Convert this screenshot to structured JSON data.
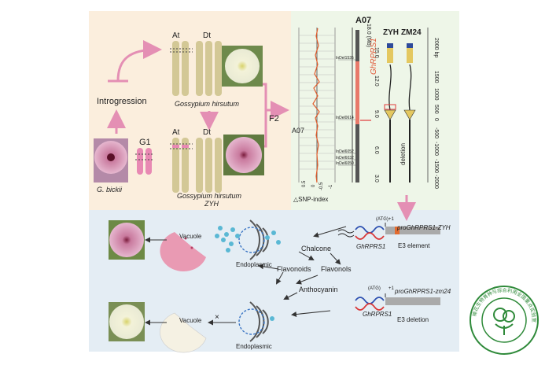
{
  "colors": {
    "panel_a_bg": "#fbeedd",
    "panel_b_bg": "#eef6e8",
    "panel_c_bg": "#e4edf4",
    "arrow_pink": "#e48fb4",
    "chromosome_tan": "#d3c896",
    "introgression_pink": "#e889b3",
    "logo_green": "#2f8a3a"
  },
  "panel_a": {
    "introgression": "Introgression",
    "g1": "G1",
    "g_bickii": "G. bickii",
    "at_top": "At",
    "dt_top": "Dt",
    "species_top": "Gossypium hirsutum",
    "at_bottom": "At",
    "dt_bottom": "Dt",
    "species_bottom": "Gossypium hirsutum",
    "zyh_label": "ZYH",
    "f2": "F2"
  },
  "panel_b": {
    "a07_top": "A07",
    "a07_left": "A07",
    "mb_unit": "18.0 (Mb)",
    "mb_ticks": [
      "15.0",
      "12.0",
      "9.0",
      "6.0",
      "3.0"
    ],
    "markers": [
      "InDel1535",
      "InDel0614",
      "InDel6052",
      "InDel6032",
      "InDel6050"
    ],
    "gene": "GhRPRS1",
    "axis_label": "△SNP-index",
    "x_ticks": [
      "0.5",
      "0",
      "-0.5",
      "-1"
    ],
    "zyh": "ZYH",
    "zm24": "ZM24",
    "bp_ticks": [
      "2000 bp",
      "1500",
      "1000",
      "500",
      "0",
      "-500",
      "-1000",
      "-1500",
      "-2000"
    ],
    "deletion": "deletion"
  },
  "panel_c": {
    "vacuole_top": "Vacuole",
    "vacuole_bottom": "Vacuole",
    "endoplasmic_top": "Endoplasmic",
    "endoplasmic_bottom": "Endoplasmic",
    "chalcone": "Chalcone",
    "flavonols": "Flavonols",
    "flavonoids": "Flavonoids",
    "anthocyanin": "Anthocyanin",
    "atg_top": "(ATG)",
    "plus1_top": "+1",
    "pro_zyh": "proGhRPRS1-ZYH",
    "gene_top": "GhRPRS1",
    "e3_element": "E3 element",
    "atg_bottom": "(ATG)",
    "plus1_bottom": "+1",
    "pro_zm24": "proGhRPRS1-zm24",
    "gene_bottom": "GhRPRS1",
    "e3_deletion": "E3 deletion",
    "blocked": "×"
  },
  "logo": {
    "ring_text": "棉花生物育种与综合利用全国重点实验室"
  }
}
